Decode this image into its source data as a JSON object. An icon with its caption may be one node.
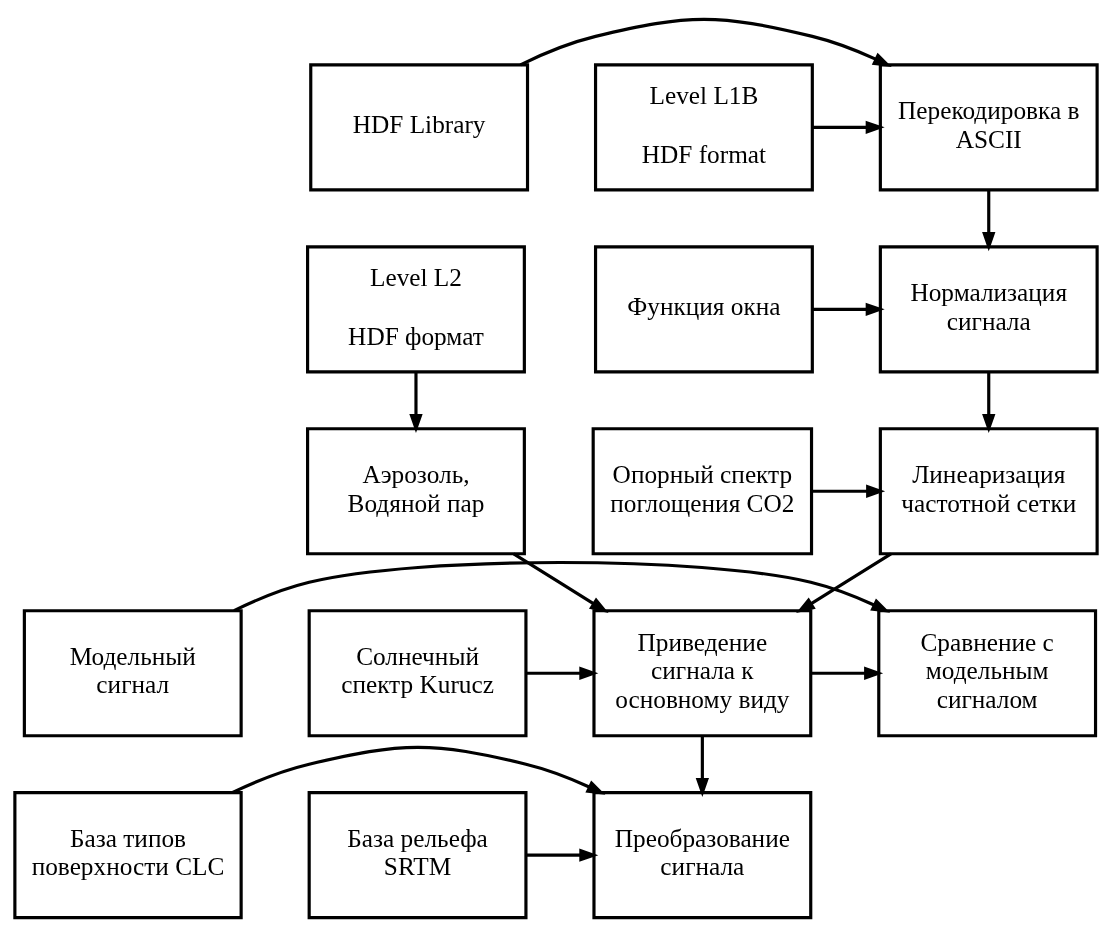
{
  "diagram": {
    "nodes": [
      {
        "text": [
          "HDF Library"
        ]
      },
      {
        "text": [
          "Перекодировка в ASCII"
        ]
      },
      {
        "text": [
          "Level L1B",
          "HDF format"
        ]
      },
      {
        "text": [
          "Функция окна"
        ]
      },
      {
        "text": [
          "Нормализация сигнала"
        ]
      },
      {
        "text": [
          "Level L2",
          "HDF формат"
        ]
      },
      {
        "text": [
          "Опорный спектр поглощения CO2"
        ]
      },
      {
        "text": [
          "Линеаризация частотной сетки"
        ]
      },
      {
        "text": [
          "Аэрозоль, Водяной пар"
        ]
      },
      {
        "text": [
          "Солнечный спектр Kurucz"
        ]
      },
      {
        "text": [
          "Приведение сигнала к основному виду"
        ]
      },
      {
        "text": [
          "Сравнение с модельным сигналом"
        ]
      },
      {
        "text": [
          "Модельный сигнал"
        ]
      },
      {
        "text": [
          "База типов поверхности CLC"
        ]
      },
      {
        "text": [
          "Преобразование сигнала"
        ]
      },
      {
        "text": [
          "База рельефа SRTM"
        ]
      }
    ],
    "edges": [
      {
        "from": 0,
        "to": 1,
        "arrow": "to"
      },
      {
        "from": 2,
        "to": 1,
        "arrow": "to"
      },
      {
        "from": 1,
        "to": 4,
        "arrow": "to"
      },
      {
        "from": 3,
        "to": 4,
        "arrow": "to"
      },
      {
        "from": 4,
        "to": 7,
        "arrow": "to"
      },
      {
        "from": 5,
        "to": 8,
        "arrow": "to"
      },
      {
        "from": 6,
        "to": 7,
        "arrow": "to"
      },
      {
        "from": 7,
        "to": 10,
        "arrow": "to"
      },
      {
        "from": 8,
        "to": 10,
        "arrow": "to"
      },
      {
        "from": 9,
        "to": 10,
        "arrow": "to"
      },
      {
        "from": 10,
        "to": 11,
        "arrow": "to"
      },
      {
        "from": 12,
        "to": 11,
        "arrow": "to"
      },
      {
        "from": 10,
        "to": 14,
        "arrow": "to"
      },
      {
        "from": 13,
        "to": 14,
        "arrow": "to"
      },
      {
        "from": 15,
        "to": 14,
        "arrow": "to"
      }
    ]
  }
}
